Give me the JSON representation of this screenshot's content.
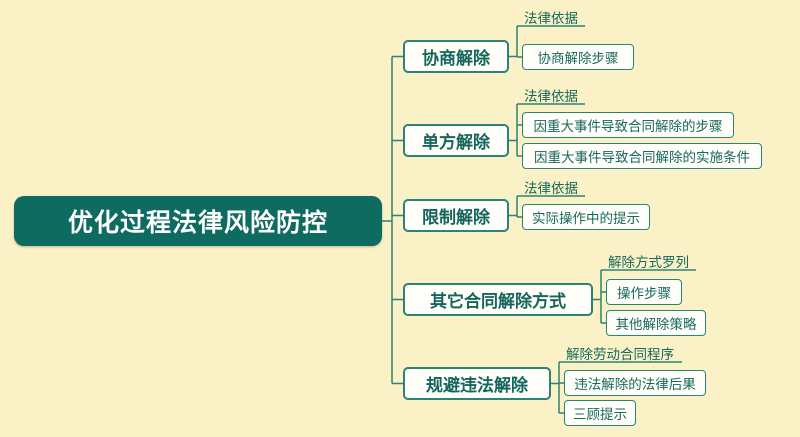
{
  "root": {
    "label": "优化过程法律风险防控"
  },
  "branches": [
    {
      "label": "协商解除",
      "children": [
        {
          "label": "法律依据"
        },
        {
          "label": "协商解除步骤"
        }
      ]
    },
    {
      "label": "单方解除",
      "children": [
        {
          "label": "法律依据"
        },
        {
          "label": "因重大事件导致合同解除的步骤"
        },
        {
          "label": "因重大事件导致合同解除的实施条件"
        }
      ]
    },
    {
      "label": "限制解除",
      "children": [
        {
          "label": "法律依据"
        },
        {
          "label": "实际操作中的提示"
        }
      ]
    },
    {
      "label": "其它合同解除方式",
      "children": [
        {
          "label": "解除方式罗列"
        },
        {
          "label": "操作步骤"
        },
        {
          "label": "其他解除策略"
        }
      ]
    },
    {
      "label": "规避违法解除",
      "children": [
        {
          "label": "解除劳动合同程序"
        },
        {
          "label": "违法解除的法律后果"
        },
        {
          "label": "三顾提示"
        }
      ]
    }
  ],
  "colors": {
    "background": "#faf2c6",
    "root_fill": "#0e6b60",
    "root_text": "#ffffff",
    "branch_text": "#14665c",
    "line": "#2a8374",
    "box_fill": "#fffef9"
  }
}
